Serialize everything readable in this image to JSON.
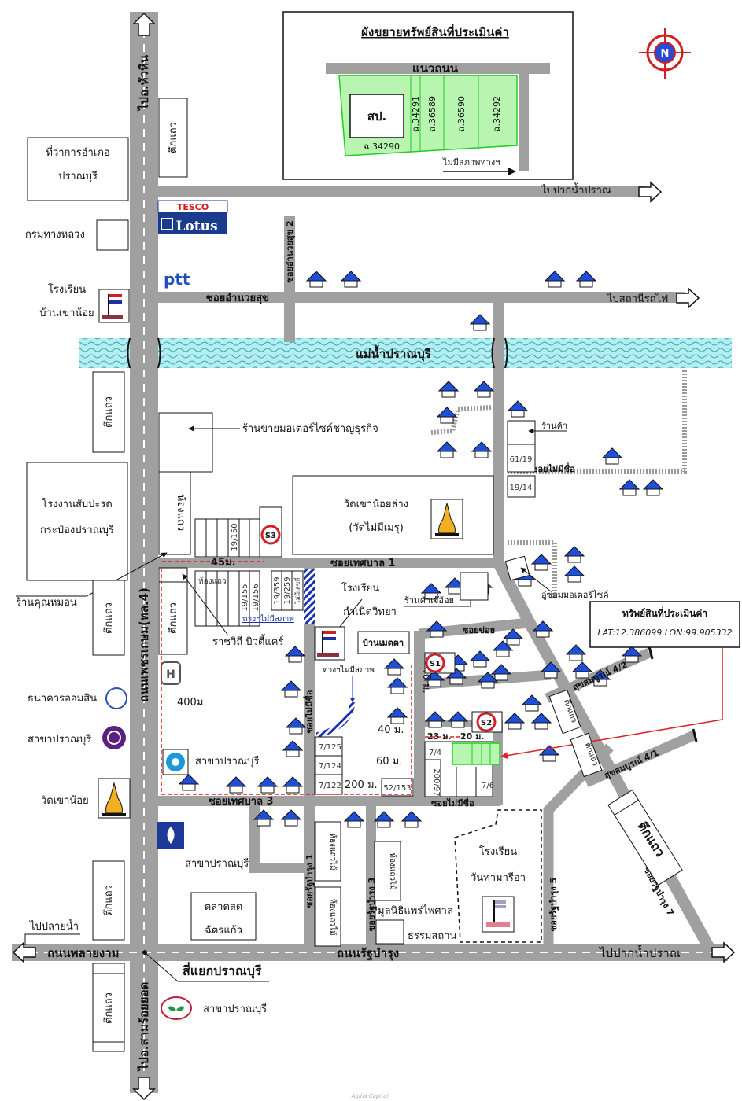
{
  "inset": {
    "title": "ผังขยายทรัพย์สินที่ประเมินค่า",
    "road": "แนวถนน",
    "office": "สป.",
    "plots": [
      "ฉ.34290",
      "ฉ.34291",
      "ฉ.36589",
      "ฉ.36590",
      "ฉ.34292"
    ],
    "no_access": "ไม่มีสภาพทางฯ"
  },
  "compass": "N",
  "roads": {
    "to_huahin": "ไปอ.หัวหิน",
    "to_paknam_top": "ไปปากน้ำปราณ",
    "amnuaysuk": "ซอยอำนวยสุข",
    "amnuaysuk2": "ซอยอำนวยสุข 2",
    "to_station": "ไปสถานีรถไฟ",
    "river": "แม่น้ำปราณบุรี",
    "tessaban1": "ซอยเทศบาล 1",
    "tessaban3": "ซอยเทศบาล 3",
    "phetkasem": "ถนนเพชรเกษม(ทล.4)",
    "no_name_1": "ซอยไม่มีชื่อ",
    "no_name_2": "ซอยไม่มีชื่อ",
    "no_name_3": "ซอยไม่มีชื่อ",
    "soi_khoi": "ซอยข่อย",
    "suksomboon42": "สุขสมบูรณ์ 4/2",
    "suksomboon41": "สุขสมบูรณ์ 4/1",
    "ratbamrung1": "ซอยรัฐบำรุง 1",
    "ratbamrung3": "ซอยรัฐบำรุง 3",
    "ratbamrung5": "ซอยรัฐบำรุง 5",
    "ratbamrung7": "ซอยรัฐบำรุง 7",
    "ratbamrung_rd": "ถนนรัฐบำรุง",
    "phlaingam": "ถนนพลายงาม",
    "to_plainam": "ไปปลายน้ำ",
    "to_paknam_bottom": "ไปปากน้ำปราณ",
    "to_samroiyot": "ไปอ.สามร้อยยอด",
    "intersection": "สี่แยกปราณบุรี"
  },
  "places": {
    "district_office": [
      "ที่ว่าการอำเภอ",
      "ปราณบุรี"
    ],
    "highways_dept": "กรมทางหลวง",
    "school_khaonoi": [
      "โรงเรียน",
      "บ้านเขาน้อย"
    ],
    "shophouse": "ตึกแถว",
    "row_house": "ห้องแถว",
    "motorbike_shop": "ร้านขายมอเตอร์ไซค์ชาญธุรกิจ",
    "pineapple_factory": [
      "โรงงานสับปะรด",
      "กระป๋องปราณบุรี"
    ],
    "khun_mon_shop": "ร้านคุณหมอน",
    "rajavithi_beauty": "ราชวิถี บิวตี้แคร์",
    "gsb": "ธนาคารออมสิน",
    "branch": "สาขาปราณบุรี",
    "wat_khaonoi": "วัดเขาน้อย",
    "market": [
      "ตลาดสด",
      "ฉัตรแก้ว"
    ],
    "wat_khaonoi_lang": [
      "วัดเขาน้อยล่าง",
      "(วัดไม่มีเมรุ)"
    ],
    "school_kamnoet": [
      "โรงเรียน",
      "กำเนิดวิทยา"
    ],
    "baan_metta": "บ้านเมตตา",
    "je_oi_shop": "ร้านค้าเจ๊อ้อย",
    "motorbike_garage": "อู่ซ่อมมอเตอร์ไซค์",
    "shop": "ร้านค้า",
    "no_access_1": "ทางฯไม่มีสภาพ",
    "no_access_2": "ทางฯไม่มีสภาพ",
    "wooden_row_house": "ห้องแถวไม้",
    "foundation": "มูลนิธิแพร่ไพศาล",
    "dhamma_place": "ธรรมสถาน",
    "school_vanta": [
      "โรงเรียน",
      "วันทามารีอา"
    ]
  },
  "house_numbers": {
    "n19_150": "19/150",
    "n19_155": "19/155",
    "n19_156": "19/156",
    "n19_359": "19/359",
    "n19_259": "19/259",
    "n_none": "ไม่มีเลขที่",
    "n61_19": "61/19",
    "n19_14": "19/14",
    "n7_125": "7/125",
    "n7_124": "7/124",
    "n7_122": "7/122",
    "n52_153": "52/153",
    "n7_4": "7/4",
    "n7_6": "7/6",
    "n200_97": "200/97"
  },
  "distances": {
    "d45": "45ม.",
    "d400": "400ม.",
    "d200": "200 ม.",
    "d40a": "40 ม.",
    "d40b": "40 ม.",
    "d60": "60 ม.",
    "d23": "23 ม.",
    "d20": "20 ม."
  },
  "markers": {
    "s1": "S1",
    "s2": "S2",
    "s3": "S3"
  },
  "subject": {
    "title": "ทรัพย์สินที่ประเมินค่า",
    "coords": "LAT:12.386099 LON:99.905332"
  },
  "brands": {
    "tesco": "TESCO",
    "lotus": "Lotus",
    "ptt": "ptt"
  },
  "watermark": "Alpha Capital",
  "colors": {
    "road": "#a0a0a0",
    "river": "#a8ecec",
    "house": "#1f4fd6",
    "plot": "#b8f5b0",
    "plot_border": "#22cc22",
    "measure": "#e02020",
    "marker": "#d0202a"
  }
}
